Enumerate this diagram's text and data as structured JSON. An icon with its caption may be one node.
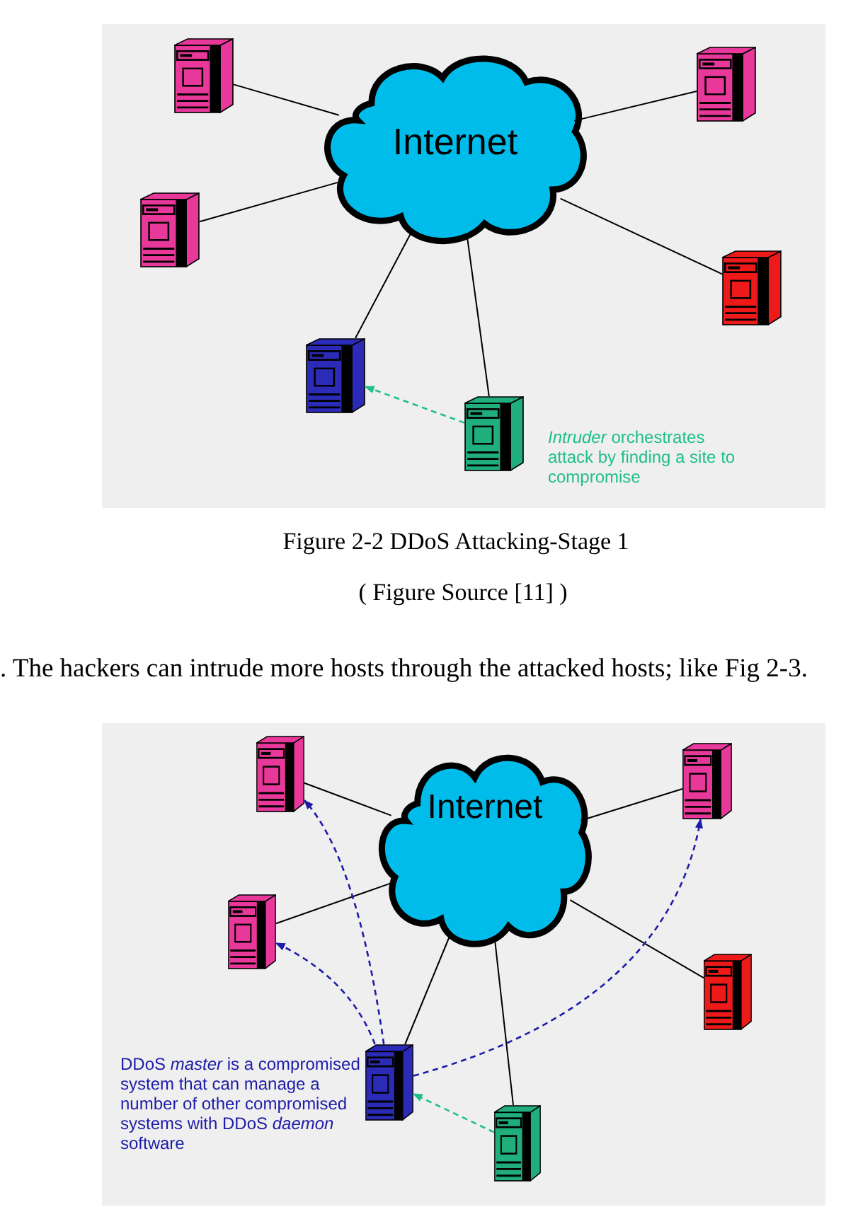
{
  "diagram": {
    "caption": "Figure 2-2 DDoS Attacking-Stage 1",
    "nodes": [
      {
        "text": [],
        "shape": "picture"
      },
      {
        "text": [
          "Internet"
        ]
      },
      {
        "text": [],
        "shape": "picture"
      },
      {
        "text": [],
        "shape": "picture"
      },
      {
        "text": [],
        "shape": "picture"
      },
      {
        "text": [],
        "shape": "picture"
      },
      {
        "text": [],
        "shape": "picture",
        "beside": [
          "*Intruder* orchestrates attack by finding a site to compromise"
        ]
      },
      {
        "text": [],
        "shape": "picture"
      },
      {
        "text": [
          "Internet"
        ]
      },
      {
        "text": [],
        "shape": "picture"
      },
      {
        "text": [],
        "shape": "picture"
      },
      {
        "text": [],
        "shape": "picture"
      },
      {
        "text": [],
        "shape": "picture",
        "beside": [
          "DDoS *master* is a compromised system that can manage a number of other compromised systems with DDoS *daemon* software"
        ]
      },
      {
        "text": [],
        "shape": "picture"
      }
    ],
    "edges": [
      {
        "from": 0,
        "to": 1,
        "arrow": "none"
      },
      {
        "from": 2,
        "to": 1,
        "arrow": "none"
      },
      {
        "from": 3,
        "to": 1,
        "arrow": "none"
      },
      {
        "from": 4,
        "to": 1,
        "arrow": "none"
      },
      {
        "from": 5,
        "to": 1,
        "arrow": "none"
      },
      {
        "from": 6,
        "to": 1,
        "arrow": "none"
      },
      {
        "from": 6,
        "to": 5,
        "arrow": "to",
        "style": "dashed",
        "color": "#1fbf88"
      },
      {
        "from": 7,
        "to": 8,
        "arrow": "none"
      },
      {
        "from": 9,
        "to": 8,
        "arrow": "none"
      },
      {
        "from": 10,
        "to": 8,
        "arrow": "none"
      },
      {
        "from": 11,
        "to": 8,
        "arrow": "none"
      },
      {
        "from": 12,
        "to": 8,
        "arrow": "none"
      },
      {
        "from": 13,
        "to": 8,
        "arrow": "none"
      },
      {
        "from": 12,
        "to": 7,
        "arrow": "to",
        "style": "dashed",
        "color": "#1c1ca8"
      },
      {
        "from": 12,
        "to": 9,
        "arrow": "to",
        "style": "dashed",
        "color": "#1c1ca8"
      },
      {
        "from": 12,
        "to": 10,
        "arrow": "to",
        "style": "dashed",
        "color": "#1c1ca8"
      },
      {
        "from": 13,
        "to": 12,
        "arrow": "to",
        "style": "dashed",
        "color": "#1fbf88"
      }
    ],
    "labels": [
      "( Figure Source [11] )",
      ". The hackers can intrude more hosts through the attacked hosts; like Fig 2-3."
    ]
  }
}
